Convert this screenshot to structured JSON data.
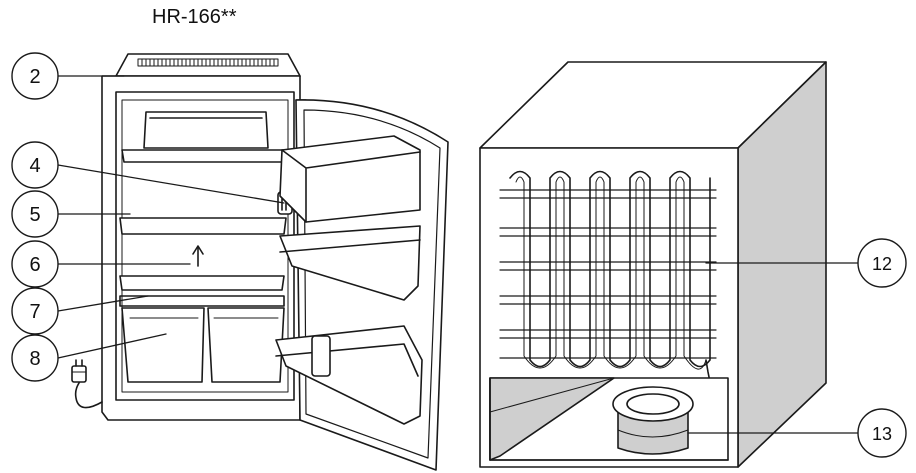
{
  "diagram": {
    "model_label": "HR-166**",
    "callouts": [
      {
        "id": "c2",
        "number": "2"
      },
      {
        "id": "c4",
        "number": "4"
      },
      {
        "id": "c5",
        "number": "5"
      },
      {
        "id": "c6",
        "number": "6"
      },
      {
        "id": "c7",
        "number": "7"
      },
      {
        "id": "c8",
        "number": "8"
      },
      {
        "id": "c12",
        "number": "12"
      },
      {
        "id": "c13",
        "number": "13"
      }
    ],
    "colors": {
      "line": "#1a1a1a",
      "panel_gray": "#cfcfcf",
      "background": "#ffffff"
    },
    "icons": {
      "plug": "power-plug-icon",
      "arrow": "up-arrow-icon"
    }
  }
}
